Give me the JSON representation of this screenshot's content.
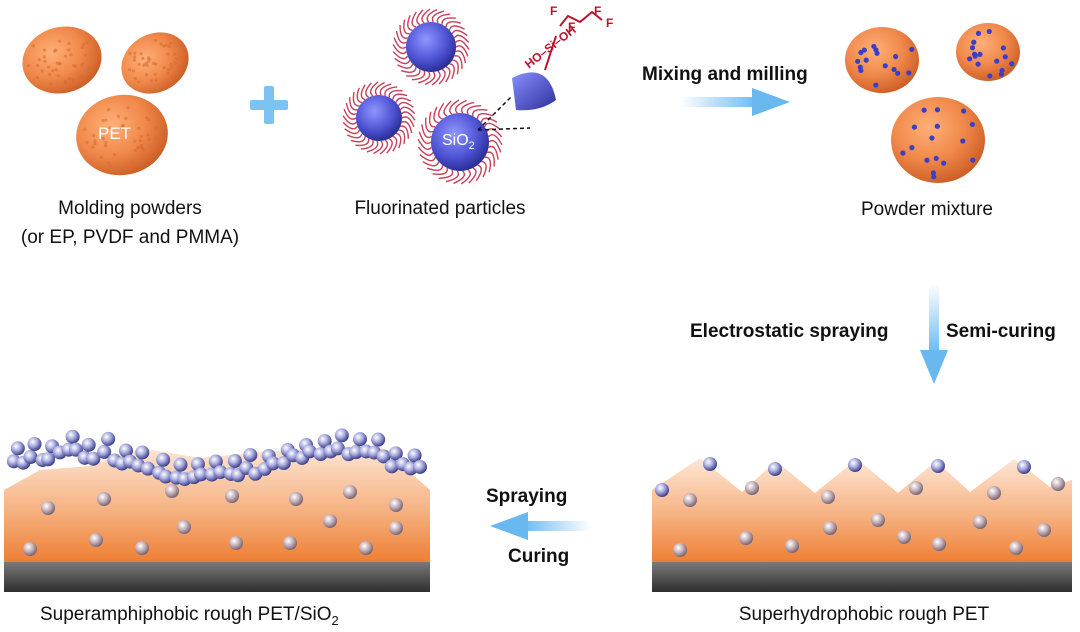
{
  "labels": {
    "molding_powders_line1": "Molding powders",
    "molding_powders_line2": "(or EP, PVDF and PMMA)",
    "fluorinated_particles": "Fluorinated particles",
    "powder_mixture": "Powder mixture",
    "superhydrophobic": "Superhydrophobic rough PET",
    "superamphiphobic_main": "Superamphiphobic rough PET/SiO",
    "superamphiphobic_sub": "2"
  },
  "inner_labels": {
    "pet": "PET",
    "sio2_main": "SiO",
    "sio2_sub": "2"
  },
  "chemistry": {
    "ho_si_oh": "HO–Si–OH",
    "f1": "F",
    "f2": "F",
    "f3": "F",
    "f4": "F"
  },
  "steps": {
    "mixing": "Mixing and milling",
    "electrostatic": "Electrostatic spraying",
    "semicuring": "Semi-curing",
    "spraying": "Spraying",
    "curing": "Curing"
  },
  "symbols": {
    "plus": "+"
  },
  "colors": {
    "powder": "#f0884a",
    "powder_dark": "#d9662d",
    "silica": "#5a5fd8",
    "silica_dark": "#2c2f9a",
    "chain": "#c8405a",
    "arrow": "#7cc3f2",
    "substrate": "#4a4a4a",
    "coating_top": "#fbd9c0",
    "coating_bottom": "#ef8a40",
    "chem_text": "#c0102a"
  }
}
